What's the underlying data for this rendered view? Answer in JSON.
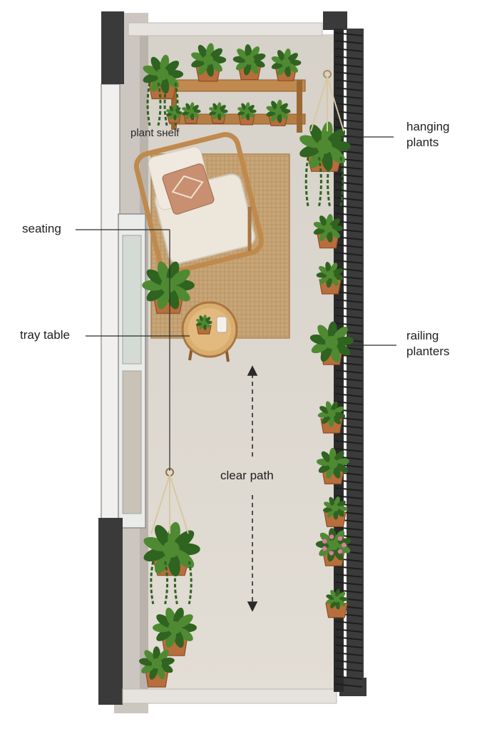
{
  "labels": {
    "plant_shelf": "plant sнelf",
    "hanging_plants": "hanging\nplants",
    "seating": "seating",
    "tray_table": "tray table",
    "railing_planters": "railing\nplanters",
    "clear_path": "clear path"
  },
  "colors": {
    "floor": "#ddd8d0",
    "wall": "#cfcac3",
    "wall_dark": "#3a3a3a",
    "wood": "#c08a4e",
    "rug": "#c9a678",
    "cushion": "#ece6db",
    "leaf": "#4f8a32",
    "leaf_dark": "#2f6320",
    "pot": "#b86e3c",
    "railing": "#2b2b2b",
    "flower": "#e07aa0"
  }
}
